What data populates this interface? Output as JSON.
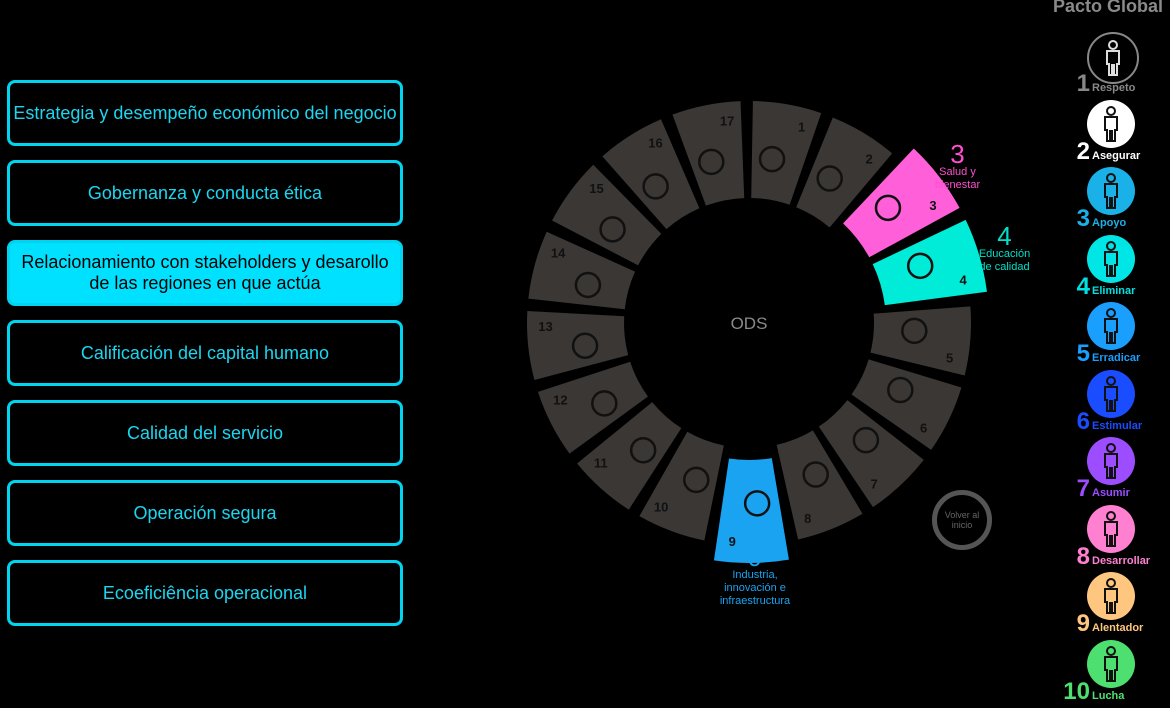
{
  "menu": [
    {
      "label": "Estrategia y desempeño económico del negocio",
      "active": false
    },
    {
      "label": "Gobernanza y conducta ética",
      "active": false
    },
    {
      "label": "Relacionamiento con  stakeholders y desarollo de las regiones en que actúa",
      "active": true
    },
    {
      "label": "Calificación del capital humano",
      "active": false
    },
    {
      "label": "Calidad del servicio",
      "active": false
    },
    {
      "label": "Operación segura",
      "active": false
    },
    {
      "label": "Ecoeficiência operacional",
      "active": false
    }
  ],
  "wheel": {
    "center_label": "ODS",
    "segments": [
      "1",
      "2",
      "3",
      "4",
      "5",
      "6",
      "7",
      "8",
      "9",
      "10",
      "11",
      "12",
      "13",
      "14",
      "15",
      "16",
      "17"
    ],
    "icons": [
      "people-icon",
      "bowl-icon",
      "heartbeat-icon",
      "book-icon",
      "gender-icon",
      "water-drop-icon",
      "sun-icon",
      "growth-chart-icon",
      "cubes-icon",
      "arrows-icon",
      "city-icon",
      "infinity-icon",
      "eye-globe-icon",
      "fish-icon",
      "tree-icon",
      "dove-icon",
      "rings-icon"
    ],
    "highlighted": {
      "3": "#ff5fd8",
      "4": "#00ecd8",
      "9": "#1aa3f0"
    },
    "base_color": "#3a3735",
    "labels": [
      {
        "num": "3",
        "text": "Salud y bienestar",
        "color": "#ff4fd0"
      },
      {
        "num": "4",
        "text": "Educación de calidad",
        "color": "#00e0c8"
      },
      {
        "num": "9",
        "text": "Industria, innovación e infraestructura",
        "color": "#1aa3f0"
      }
    ]
  },
  "volver_label": "Volver al inicio",
  "pacto": {
    "title": "Pacto Global",
    "items": [
      {
        "num": "1",
        "label": "Respeto",
        "color": "#888888",
        "bg": "#000000",
        "icon": "person-plus-icon"
      },
      {
        "num": "2",
        "label": "Asegurar",
        "color": "#ffffff",
        "bg": "#ffffff",
        "icon": "person-braces-icon"
      },
      {
        "num": "3",
        "label": "Apoyo",
        "color": "#1ab0e8",
        "bg": "#1ab0e8",
        "icon": "group-icon"
      },
      {
        "num": "4",
        "label": "Eliminar",
        "color": "#00e0e0",
        "bg": "#00e5e5",
        "icon": "chained-person-icon"
      },
      {
        "num": "5",
        "label": "Erradicar",
        "color": "#1a9fff",
        "bg": "#1a9fff",
        "icon": "child-icon"
      },
      {
        "num": "6",
        "label": "Estimular",
        "color": "#1a4dff",
        "bg": "#1a4dff",
        "icon": "woman-plus-icon"
      },
      {
        "num": "7",
        "label": "Asumir",
        "color": "#9b4dff",
        "bg": "#9b4dff",
        "icon": "balance-icon"
      },
      {
        "num": "8",
        "label": "Desarrollar",
        "color": "#ff80d0",
        "bg": "#ff80d0",
        "icon": "develop-icon"
      },
      {
        "num": "9",
        "label": "Alentador",
        "color": "#ffc680",
        "bg": "#ffc680",
        "icon": "gears-icon"
      },
      {
        "num": "10",
        "label": "Lucha",
        "color": "#4de070",
        "bg": "#4de070",
        "icon": "fight-icon"
      }
    ]
  }
}
